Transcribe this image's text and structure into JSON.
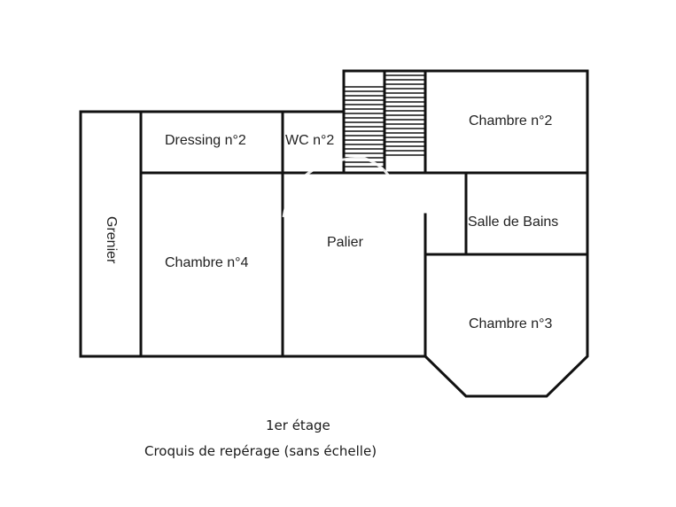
{
  "plan": {
    "floor": "1er étage",
    "caption": "Croquis de repérage (sans échelle)",
    "wall_color": "#111111",
    "rooms": {
      "grenier": "Grenier",
      "dressing": "Dressing n°2",
      "wc": "WC n°2",
      "chambre2": "Chambre n°2",
      "chambre3": "Chambre n°3",
      "chambre4": "Chambre n°4",
      "palier": "Palier",
      "salle_de_bains": "Salle de Bains"
    },
    "staircase": {
      "label": "staircase",
      "flights": 2
    }
  }
}
